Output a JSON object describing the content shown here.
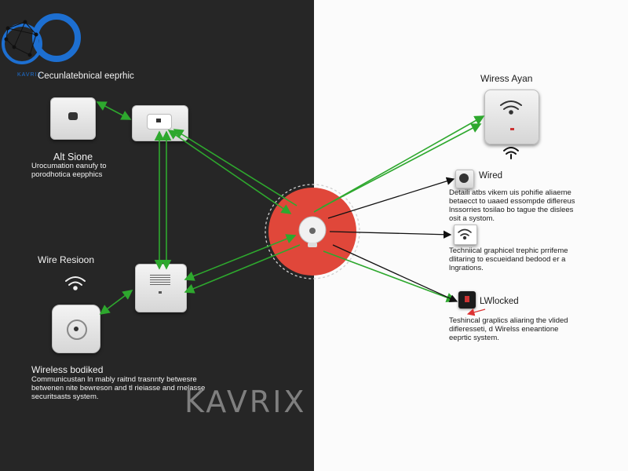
{
  "logo": {
    "text": "KAVRIX"
  },
  "left": {
    "header": "Cecunlatebnical eeprhic",
    "alt_stone": {
      "title": "Alt Sione",
      "desc_lines": [
        "Urocumation eanufy to",
        "porodhotica eepphics"
      ]
    },
    "wire_region": {
      "title": "Wire Resioon"
    },
    "wireless_bodked": {
      "title": "Wireless bodiked",
      "desc_lines": [
        "Communicustan ln mably raitnd trasnnty betwesre",
        "betwenen nite bewreson and tl rieiasse and rnelasse",
        "securitsasts system."
      ]
    }
  },
  "right": {
    "wiress_ayan": {
      "title": "Wiress Ayan"
    },
    "wired": {
      "title": "Wired",
      "desc_lines": [
        "Detaili atbs vikem uis pohifie aliaeme",
        "betaecct to uaaed essompde diflereus",
        "lnssorries tosilao bo tague the dislees",
        "osit a systom."
      ]
    },
    "wifi_item": {
      "desc_lines": [
        "Techniical graphicel trephic prrifeme",
        "dlitaring to escueidand bedood er a",
        "lngrations."
      ]
    },
    "locked": {
      "title": "LWlocked",
      "desc_lines": [
        "Teshincal graplics aliaring the vlided",
        "difleresseti, d Wirelss eneantione",
        "eeprtic system."
      ]
    }
  },
  "watermark": "KAVRIX",
  "colors": {
    "arrow_green": "#2ea82e",
    "hub_red": "#e0473a",
    "panel_dark": "#262626",
    "logo_blue": "#1d6fd1"
  }
}
